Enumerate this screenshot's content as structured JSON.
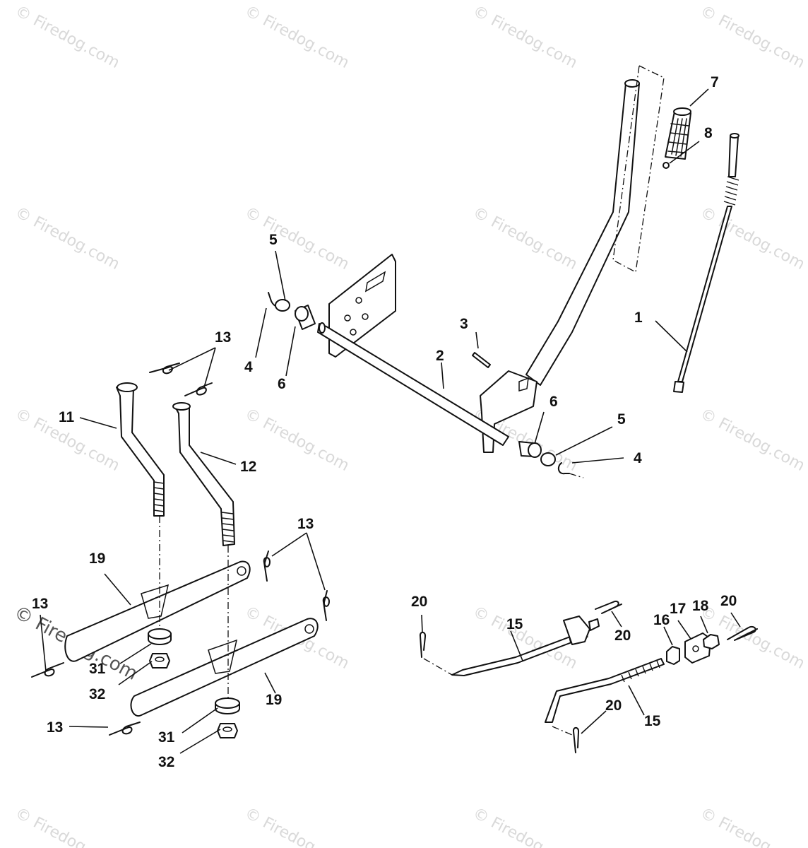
{
  "watermark": {
    "text": "© Firedog.com",
    "corner_text": "© Firedog.com"
  },
  "callouts": {
    "c1": "1",
    "c2": "2",
    "c3": "3",
    "c4a": "4",
    "c4b": "4",
    "c5a": "5",
    "c5b": "5",
    "c6a": "6",
    "c6b": "6",
    "c7": "7",
    "c8": "8",
    "c11": "11",
    "c12": "12",
    "c13a": "13",
    "c13b": "13",
    "c13c": "13",
    "c13d": "13",
    "c15a": "15",
    "c15b": "15",
    "c16": "16",
    "c17": "17",
    "c18": "18",
    "c19a": "19",
    "c19b": "19",
    "c20a": "20",
    "c20b": "20",
    "c20c": "20",
    "c20d": "20",
    "c31a": "31",
    "c31b": "31",
    "c32a": "32",
    "c32b": "32"
  }
}
